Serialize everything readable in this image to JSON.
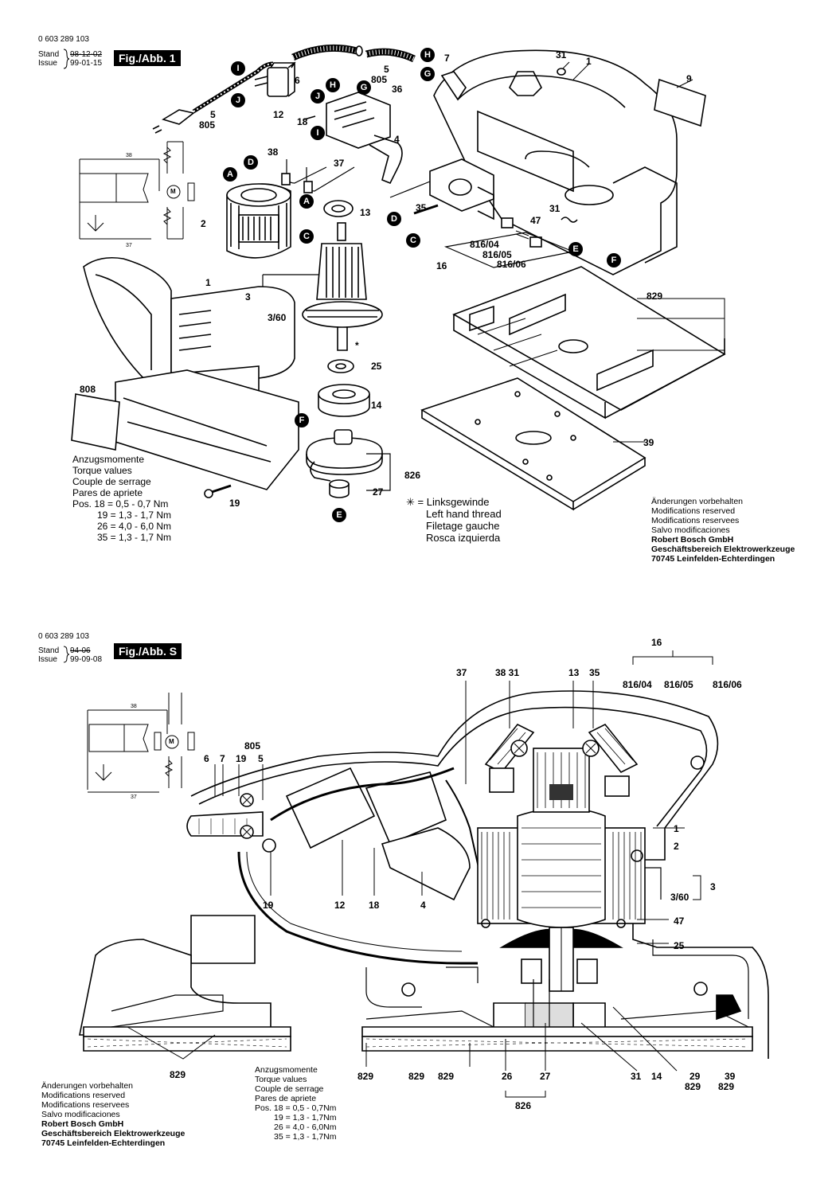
{
  "sheet1": {
    "part_number": "0 603 289 103",
    "stand_label": "Stand",
    "stand_date": "98-12-02",
    "issue_label": "Issue",
    "issue_date": "99-01-15",
    "fig_label": "Fig./Abb. 1",
    "torque_title": [
      "Anzugsmomente",
      "Torque values",
      "Couple de serrage",
      "Pares de apriete"
    ],
    "torque_rows": [
      "Pos.  18 = 0,5 -  0,7 Nm",
      "19 =   1,3 -  1,7 Nm",
      "26 = 4,0 -  6,0 Nm",
      "35 = 1,3 -  1,7 Nm"
    ],
    "thread_symbol": "✳",
    "thread_notes": [
      "= Linksgewinde",
      "Left hand thread",
      "Filetage gauche",
      "Rosca izquierda"
    ],
    "reserved": [
      "Änderungen vorbehalten",
      "Modifications reserved",
      "Modifications reservees",
      "Salvo modificaciones"
    ],
    "company": [
      "Robert Bosch GmbH",
      "Geschäftsbereich Elektrowerkzeuge",
      "70745 Leinfelden-Echterdingen"
    ],
    "labels": [
      "6",
      "5",
      "805",
      "H",
      "G",
      "7",
      "31",
      "1",
      "9",
      "I",
      "J",
      "12",
      "5",
      "805",
      "H",
      "J",
      "G",
      "36",
      "18",
      "I",
      "4",
      "38",
      "37",
      "D",
      "A",
      "13",
      "2",
      "C",
      "A",
      "35",
      "D",
      "C",
      "31",
      "47",
      "816/04",
      "816/05",
      "816/06",
      "16",
      "E",
      "F",
      "3",
      "3/60",
      "*",
      "829",
      "25",
      "808",
      "14",
      "F",
      "826",
      "27",
      "E",
      "39",
      "19",
      "38",
      "37",
      "M"
    ],
    "circled": [
      "H",
      "G",
      "I",
      "J",
      "H",
      "J",
      "G",
      "I",
      "D",
      "A",
      "C",
      "A",
      "D",
      "C",
      "E",
      "F",
      "F",
      "E"
    ]
  },
  "sheet2": {
    "part_number": "0 603 289 103",
    "stand_label": "Stand",
    "stand_date": "94-06",
    "issue_label": "Issue",
    "issue_date": "99-09-08",
    "fig_label": "Fig./Abb. S",
    "labels": [
      "16",
      "37",
      "38 31",
      "13",
      "35",
      "816/04",
      "816/05",
      "816/06",
      "805",
      "6",
      "7",
      "19",
      "5",
      "1",
      "2",
      "3",
      "3/60",
      "47",
      "25",
      "19",
      "12",
      "18",
      "4",
      "829",
      "829",
      "829",
      "829",
      "26",
      "27",
      "31",
      "14",
      "29",
      "829",
      "39",
      "829",
      "826",
      "38",
      "37",
      "M"
    ],
    "torque_title": [
      "Anzugsmomente",
      "Torque values",
      "Couple de serrage",
      "Pares de apriete"
    ],
    "torque_rows": [
      "Pos. 18  =  0,5  -  0,7Nm",
      "19  =  1,3  -  1,7Nm",
      "26  =  4,0  -  6,0Nm",
      "35  =  1,3  -  1,7Nm"
    ],
    "reserved": [
      "Änderungen vorbehalten",
      "Modifications reserved",
      "Modifications reservees",
      "Salvo modificaciones"
    ],
    "company": [
      "Robert Bosch GmbH",
      "Geschäftsbereich Elektrowerkzeuge",
      "70745 Leinfelden-Echterdingen"
    ]
  }
}
